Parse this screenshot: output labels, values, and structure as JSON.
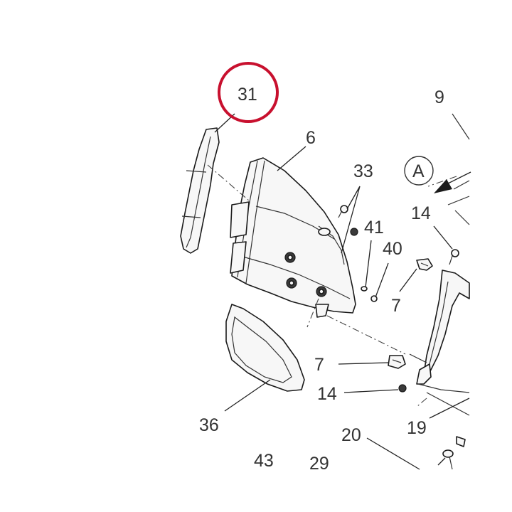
{
  "highlight_color": "#c8102e",
  "highlighted_part": "31",
  "callouts": {
    "c31": "31",
    "c9": "9",
    "c6": "6",
    "c33": "33",
    "cA": "A",
    "c41": "41",
    "c14a": "14",
    "c40": "40",
    "c7a": "7",
    "c7b": "7",
    "c14b": "14",
    "c36": "36",
    "c19": "19",
    "c20": "20",
    "c43": "43",
    "c29": "29"
  },
  "icons": {
    "view_marker": "circled-letter-view-indicator",
    "arrow": "direction-arrow-icon"
  }
}
